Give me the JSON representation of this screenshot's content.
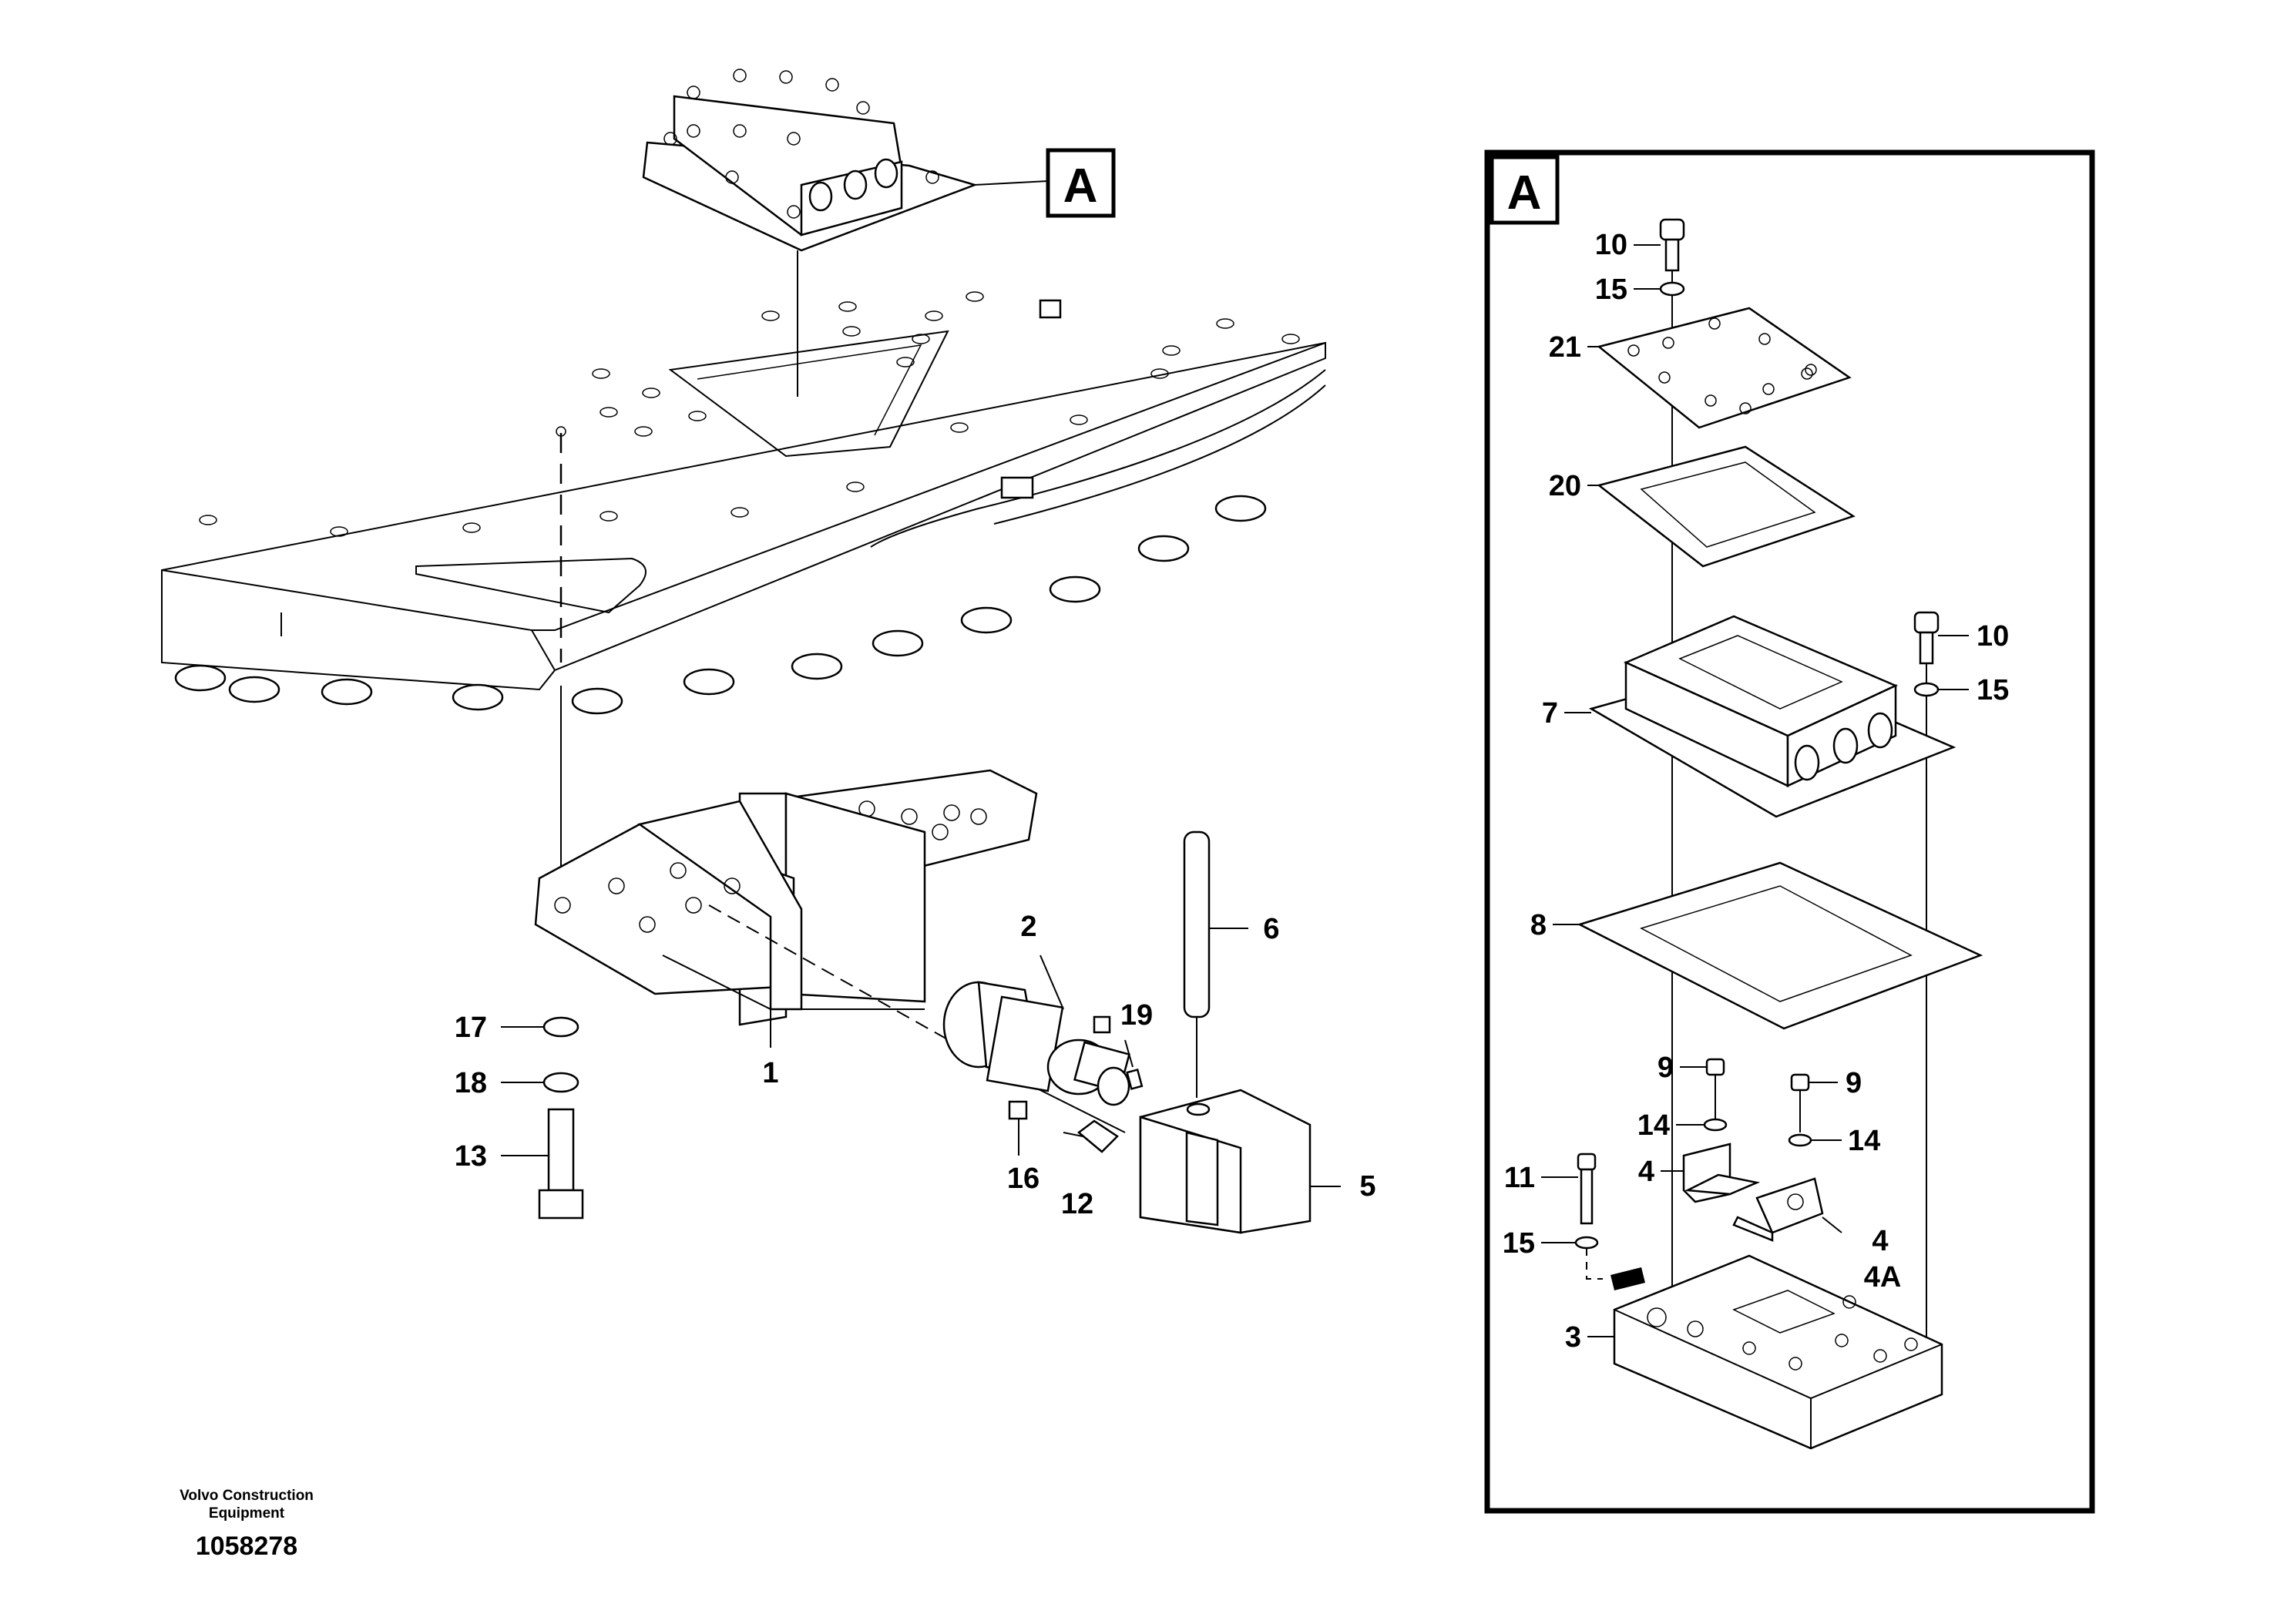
{
  "detail_view": {
    "main_marker": "A",
    "box_marker": "A"
  },
  "callouts_main": {
    "c1": "1",
    "c2": "2",
    "c5": "5",
    "c6": "6",
    "c12": "12",
    "c13": "13",
    "c16": "16",
    "c17": "17",
    "c18": "18",
    "c19": "19"
  },
  "callouts_detail": {
    "c10a": "10",
    "c15a": "15",
    "c21": "21",
    "c20": "20",
    "c10b": "10",
    "c15b": "15",
    "c7": "7",
    "c8": "8",
    "c9a": "9",
    "c9b": "9",
    "c14a": "14",
    "c14b": "14",
    "c11": "11",
    "c4a": "4",
    "c4b": "4",
    "c4A": "4A",
    "c15c": "15",
    "c3": "3"
  },
  "footer": {
    "company_line1": "Volvo Construction",
    "company_line2": "Equipment",
    "drawing_number": "1058278"
  }
}
